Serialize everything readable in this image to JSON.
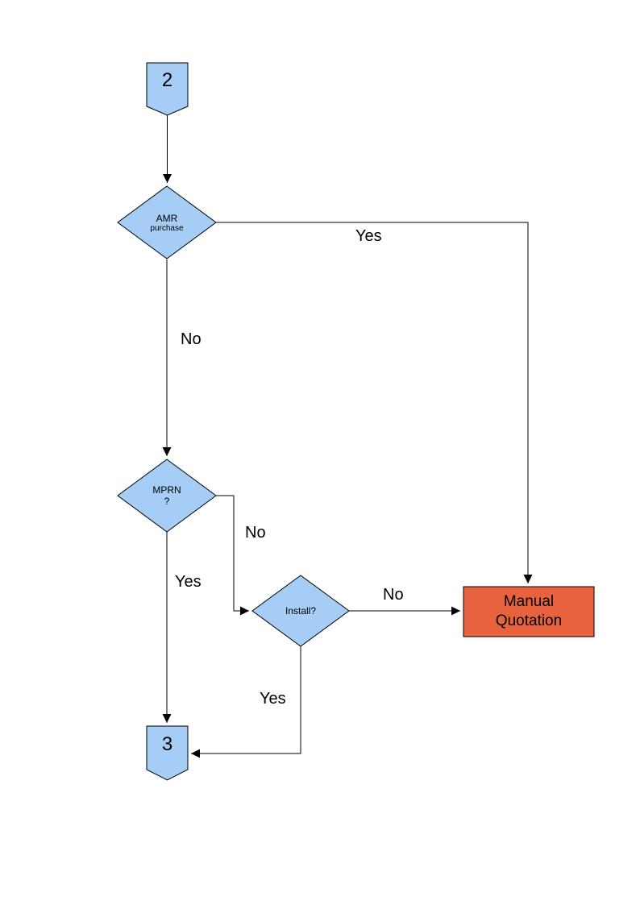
{
  "diagram": {
    "background": "#FFFFFF",
    "colors": {
      "node_fill": "#A5CDF5",
      "node_stroke": "#000000",
      "manual_quotation_fill": "#E8623D",
      "line_color": "#000000",
      "label_color": "#000000"
    },
    "nodes": {
      "connector_2": {
        "label": "2"
      },
      "amr_purchase": {
        "line1": "AMR",
        "line2": "purchase"
      },
      "mprn": {
        "line1": "MPRN",
        "line2": "?"
      },
      "install": {
        "label": "Install?"
      },
      "manual_quotation": {
        "line1": "Manual",
        "line2": "Quotation"
      },
      "connector_3": {
        "label": "3"
      }
    },
    "edge_labels": {
      "amr_yes": "Yes",
      "amr_no": "No",
      "mprn_no": "No",
      "mprn_yes": "Yes",
      "install_no": "No",
      "install_yes": "Yes"
    }
  }
}
